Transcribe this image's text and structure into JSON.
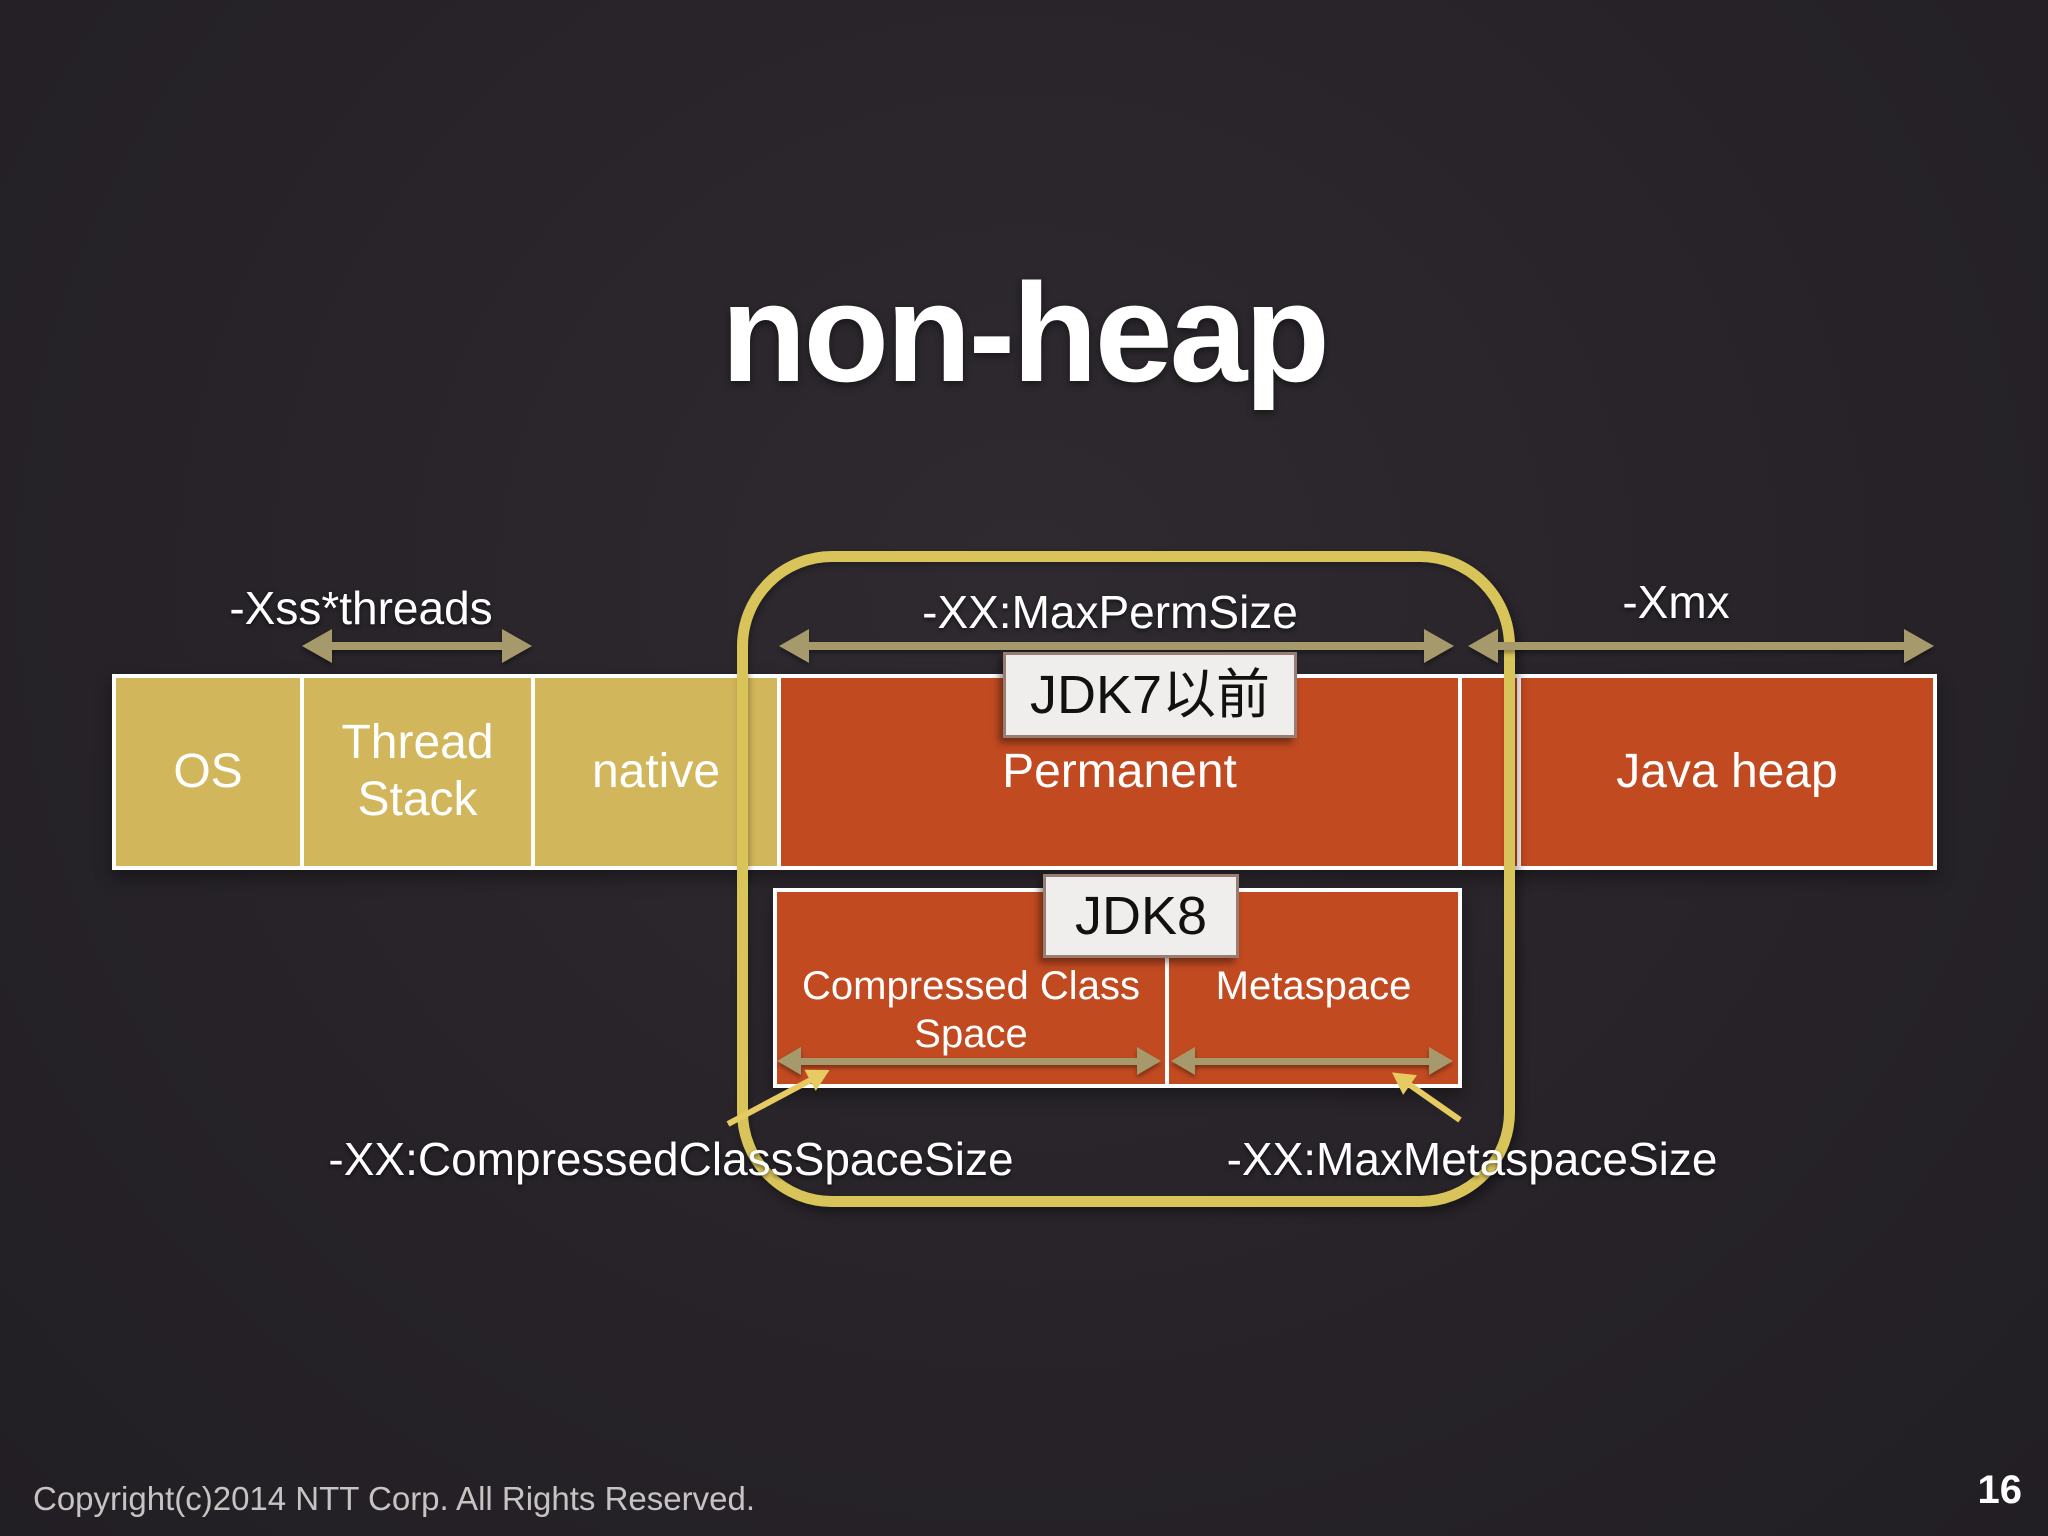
{
  "title": "non-heap",
  "colors": {
    "tan": "#d2b65c",
    "orange": "#c14a21",
    "gold": "#d8c458",
    "arrow": "#a69a6c",
    "diag": "#e7cb62",
    "box": "#efeeec"
  },
  "annotations": {
    "xss_threads": "-Xss*threads",
    "max_perm_size": "-XX:MaxPermSize",
    "xmx": "-Xmx",
    "jdk7": "JDK7以前",
    "jdk8": "JDK8",
    "ccs_size": "-XX:CompressedClassSpaceSize",
    "max_meta": "-XX:MaxMetaspaceSize"
  },
  "bar": {
    "segments": [
      {
        "label": "OS"
      },
      {
        "label": "Thread Stack"
      },
      {
        "label": "native"
      },
      {
        "label": "Permanent"
      },
      {
        "label": ""
      },
      {
        "label": "Java heap"
      }
    ]
  },
  "jdk8_bar": {
    "segments": [
      {
        "label": "Compressed Class Space"
      },
      {
        "label": "Metaspace"
      }
    ]
  },
  "footer": {
    "copyright": "Copyright(c)2014 NTT Corp. All Rights Reserved.",
    "page_number": "16"
  }
}
